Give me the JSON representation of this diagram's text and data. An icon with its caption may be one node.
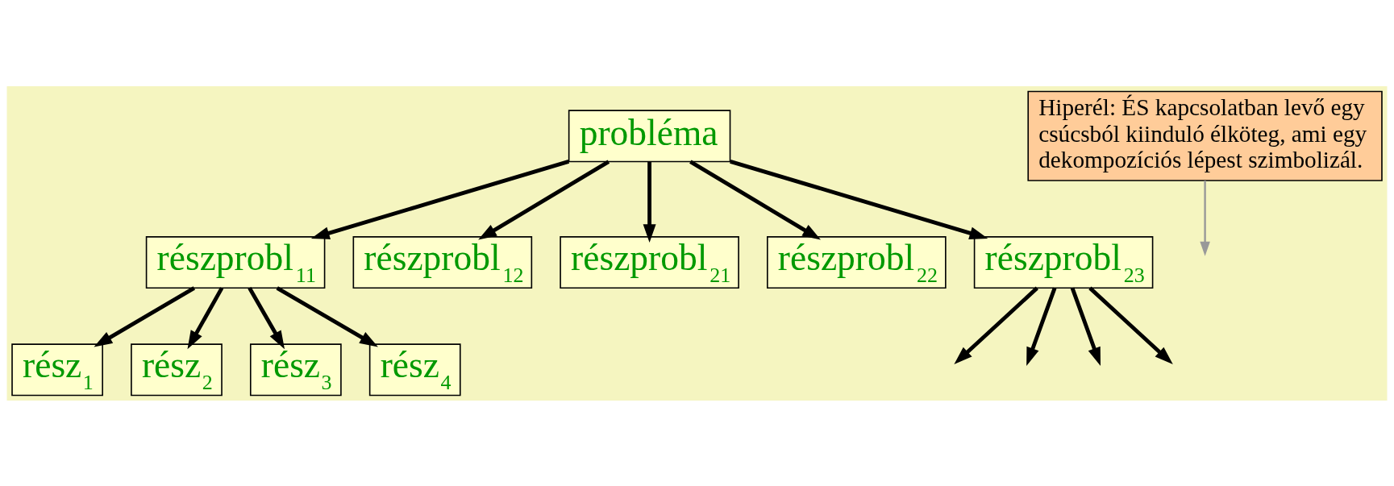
{
  "diagram": {
    "nodes": [
      {
        "text": [
          "probléma"
        ]
      },
      {
        "text": [
          "Hiperél: ÉS kapcsolatban levő egy csúcsból kiinduló élköteg, ami egy dekompozíciós lépest szimbolizál."
        ]
      },
      {
        "text": [
          "részprobl$_{11}$"
        ]
      },
      {
        "text": [
          "részprobl$_{12}$"
        ]
      },
      {
        "text": [
          "részprobl$_{21}$"
        ]
      },
      {
        "text": [
          "részprobl$_{22}$"
        ]
      },
      {
        "text": [
          "részprobl$_{23}$"
        ]
      },
      {
        "text": [
          "rész$_{1}$"
        ]
      },
      {
        "text": [
          "rész$_{2}$"
        ]
      },
      {
        "text": [
          "rész$_{3}$"
        ]
      },
      {
        "text": [
          "rész$_{4}$"
        ]
      }
    ],
    "edges": [
      {
        "from": 0,
        "to": 2,
        "arrow": "to"
      },
      {
        "from": 0,
        "to": 3,
        "arrow": "to"
      },
      {
        "from": 0,
        "to": 4,
        "arrow": "to"
      },
      {
        "from": 0,
        "to": 5,
        "arrow": "to"
      },
      {
        "from": 0,
        "to": 6,
        "arrow": "to"
      },
      {
        "from": 1,
        "to": null,
        "arrow": "to",
        "color": "#999999"
      },
      {
        "from": 2,
        "to": 7,
        "arrow": "to"
      },
      {
        "from": 2,
        "to": 8,
        "arrow": "to"
      },
      {
        "from": 2,
        "to": 9,
        "arrow": "to"
      },
      {
        "from": 2,
        "to": 10,
        "arrow": "to"
      },
      {
        "from": 6,
        "to": null,
        "arrow": "to"
      },
      {
        "from": 6,
        "to": null,
        "arrow": "to"
      },
      {
        "from": 6,
        "to": null,
        "arrow": "to"
      },
      {
        "from": 6,
        "to": null,
        "arrow": "to"
      }
    ]
  }
}
